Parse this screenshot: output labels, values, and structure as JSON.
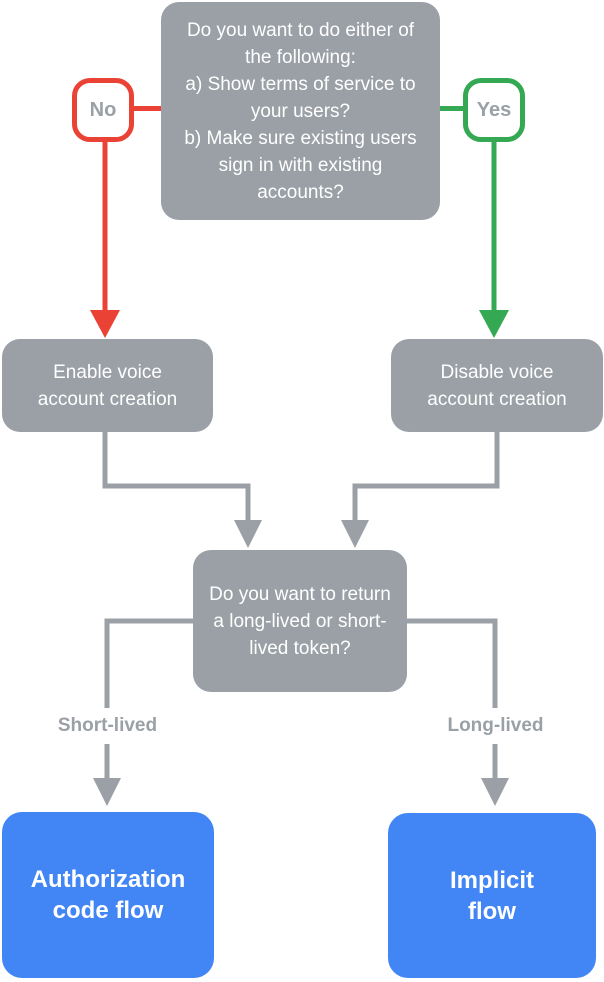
{
  "colors": {
    "node_gray": "#9AA0A6",
    "no_red": "#EA4335",
    "yes_green": "#34A853",
    "outcome_blue": "#4285F4",
    "node_text": "#FFFFFF",
    "label_text": "#9AA0A6"
  },
  "nodes": {
    "question1": {
      "line1": "Do you want to do either of the following:",
      "line2": "a) Show terms of service to your users?",
      "line3": "b) Make sure existing users sign in with existing accounts?"
    },
    "no_label": "No",
    "yes_label": "Yes",
    "enable_voice": "Enable voice account creation",
    "disable_voice": "Disable voice account creation",
    "question2": "Do you want to return a long-lived or short-lived token?",
    "short_lived_label": "Short-lived",
    "long_lived_label": "Long-lived",
    "authorization_flow": {
      "line1": "Authorization",
      "line2": "code flow"
    },
    "implicit_flow": {
      "line1": "Implicit",
      "line2": "flow"
    }
  }
}
